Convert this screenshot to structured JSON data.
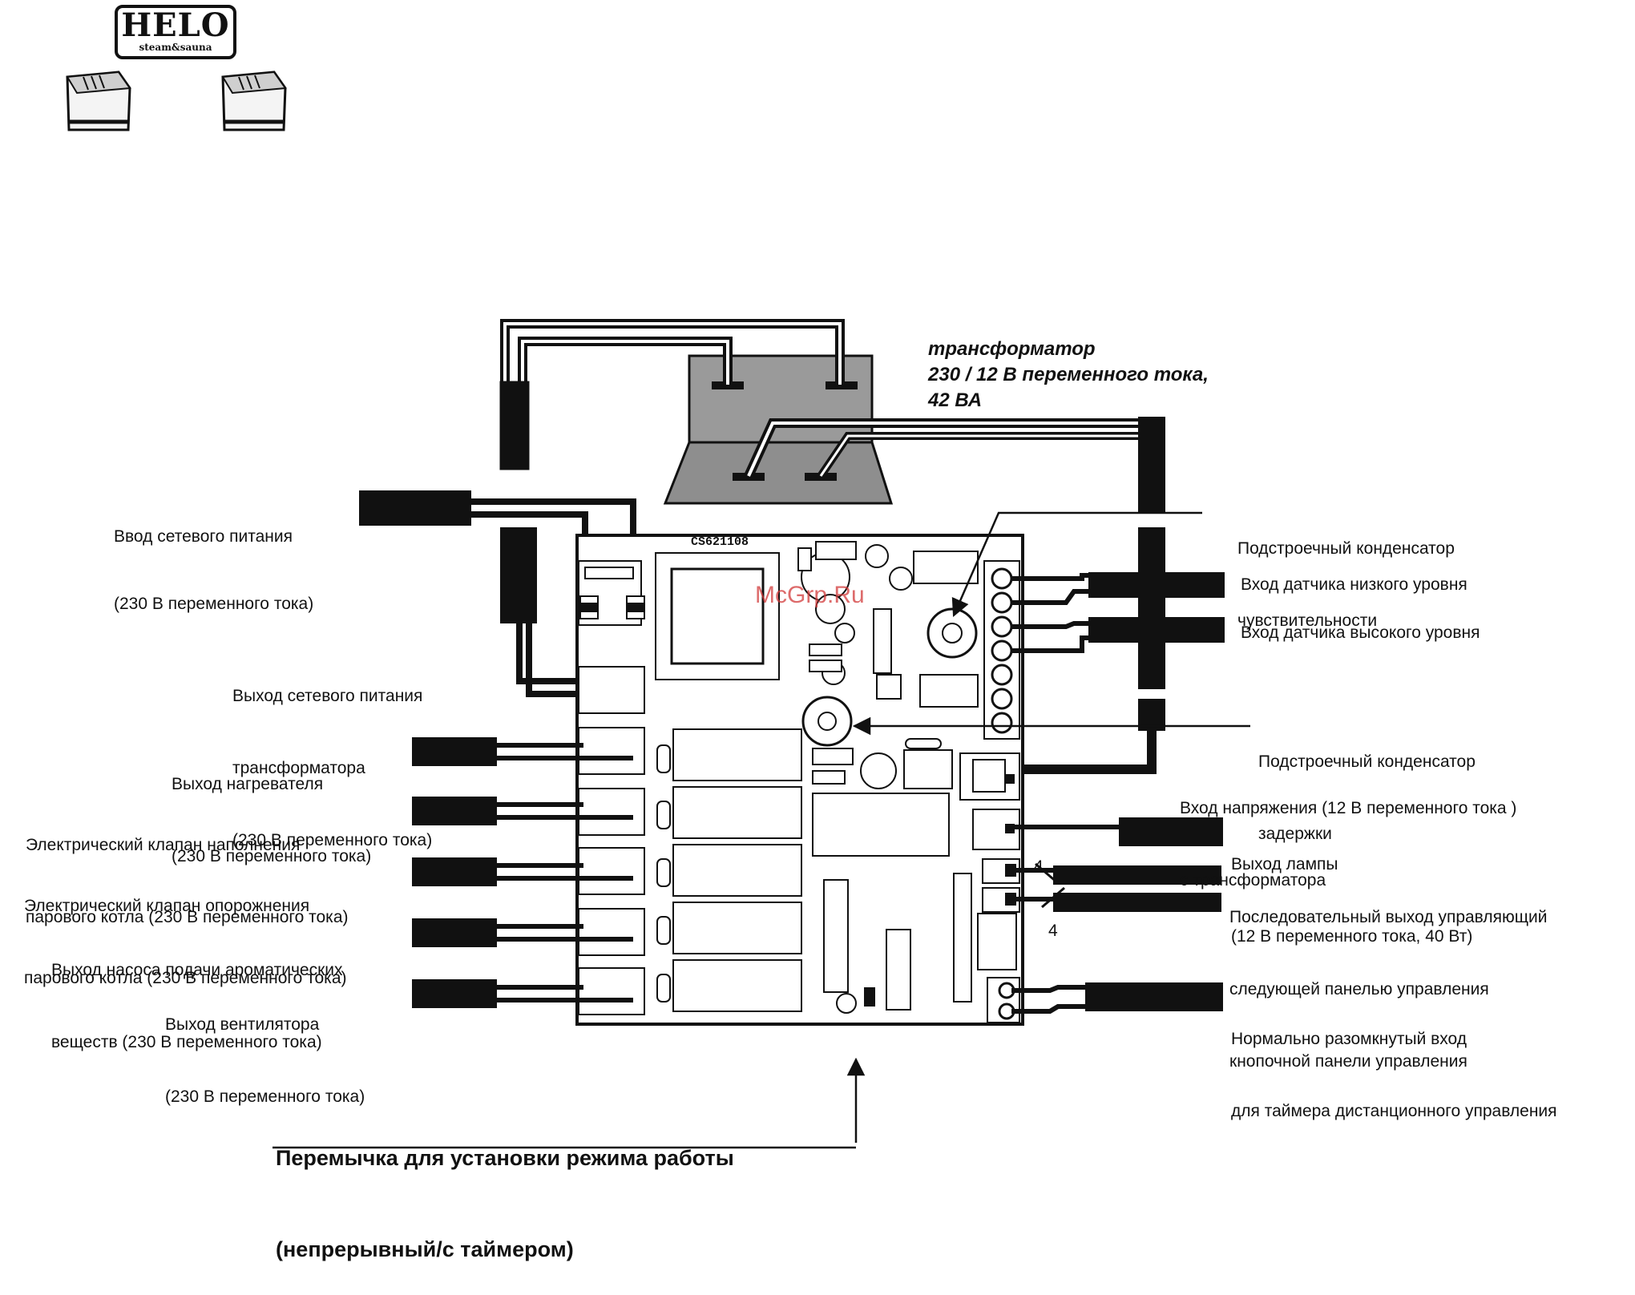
{
  "logo": {
    "brand": "HELO",
    "sub": "steam&sauna"
  },
  "watermark": "McGrp.Ru",
  "board_id": "CS621108",
  "transformer": {
    "line1": "трансформатор",
    "line2": "230 / 12 В переменного тока,",
    "line3": "42 ВА"
  },
  "labels": {
    "mains_in": [
      "Ввод сетевого питания",
      "(230 В переменного тока)"
    ],
    "mains_out": [
      "Выход сетевого питания",
      "трансформатора",
      "(230 В переменного тока)"
    ],
    "heater": [
      "Выход нагревателя",
      "(230 В переменного тока)"
    ],
    "fill_valve": [
      "Электрический клапан наполнения",
      "парового котла (230 В переменного тока)"
    ],
    "drain_valve": [
      "Электрический клапан опорожнения",
      "парового котла (230 В переменного тока)"
    ],
    "aroma_pump": [
      "Выход насоса подачи ароматических",
      "веществ (230 В переменного тока)"
    ],
    "fan": [
      "Выход вентилятора",
      "(230 В переменного тока)"
    ],
    "sens_trim": [
      "Подстроечный конденсатор",
      "чувствительности"
    ],
    "low_sensor": "Вход датчика низкого уровня",
    "high_sensor": "Вход датчика высокого уровня",
    "delay_trim": [
      "Подстроечный конденсатор",
      "задержки"
    ],
    "voltage_in": [
      "Вход напряжения (12 В переменного тока )",
      "с трансформатора"
    ],
    "lamp_out": [
      "Выход лампы",
      "(12 В переменного тока, 40 Вт)"
    ],
    "serial_out": [
      "Последовательный выход управляющий",
      "следующей панелью управления",
      "кнопочной панели управления"
    ],
    "timer_in": [
      "Нормально разомкнутый вход",
      "для таймера дистанционного управления"
    ],
    "jumper": [
      "Перемычка для установки режима работы",
      "(непрерывный/с таймером)"
    ]
  },
  "wire_count_1": "4",
  "wire_count_2": "4"
}
